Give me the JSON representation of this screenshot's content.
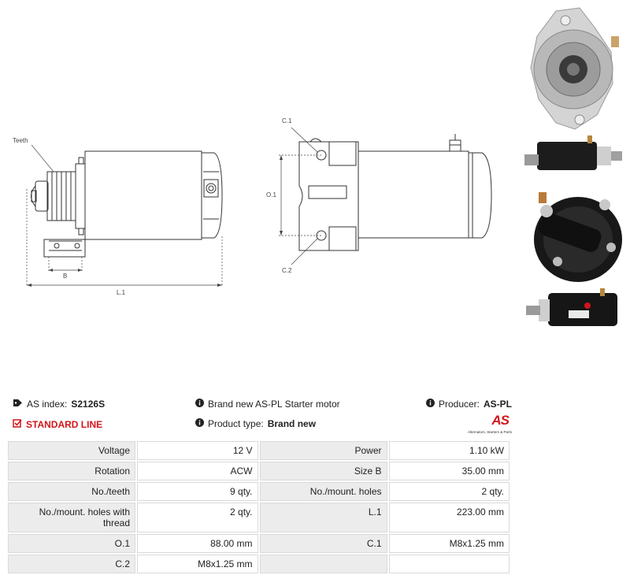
{
  "drawing": {
    "labels": {
      "teeth": "Teeth",
      "b": "B",
      "l1": "L.1",
      "c1": "C.1",
      "o1": "O.1",
      "c2": "C.2"
    }
  },
  "info": {
    "as_index_label": "AS index:",
    "as_index_value": "S2126S",
    "line_label": "STANDARD LINE",
    "description": "Brand new AS-PL Starter motor",
    "product_type_label": "Product type:",
    "product_type_value": "Brand new",
    "producer_label": "Producer:",
    "producer_value": "AS-PL"
  },
  "logo": {
    "text": "AS",
    "tagline": "Alternators, Starters & Parts",
    "color": "#d1161c"
  },
  "specs": [
    [
      {
        "k": "Voltage",
        "v": "12 V"
      },
      {
        "k": "Power",
        "v": "1.10 kW"
      }
    ],
    [
      {
        "k": "Rotation",
        "v": "ACW"
      },
      {
        "k": "Size B",
        "v": "35.00 mm"
      }
    ],
    [
      {
        "k": "No./teeth",
        "v": "9 qty."
      },
      {
        "k": "No./mount. holes",
        "v": "2 qty."
      }
    ],
    [
      {
        "k": "No./mount. holes with thread",
        "v": "2 qty."
      },
      {
        "k": "L.1",
        "v": "223.00 mm"
      }
    ],
    [
      {
        "k": "O.1",
        "v": "88.00 mm"
      },
      {
        "k": "C.1",
        "v": "M8x1.25 mm"
      }
    ],
    [
      {
        "k": "C.2",
        "v": "M8x1.25 mm"
      },
      {
        "k": "",
        "v": ""
      }
    ]
  ]
}
